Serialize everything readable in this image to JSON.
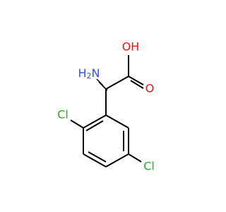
{
  "atoms": {
    "n_label": "H2N",
    "n_h": "H",
    "n_sub": "2",
    "n_atom": "N",
    "o_hydroxyl": "OH",
    "o_carbonyl": "O",
    "cl_ortho": "Cl",
    "cl_meta": "Cl"
  },
  "colors": {
    "bond": "#000000",
    "nitrogen": "#3050f8",
    "oxygen": "#ff0d0d",
    "chlorine": "#1fb21f"
  }
}
